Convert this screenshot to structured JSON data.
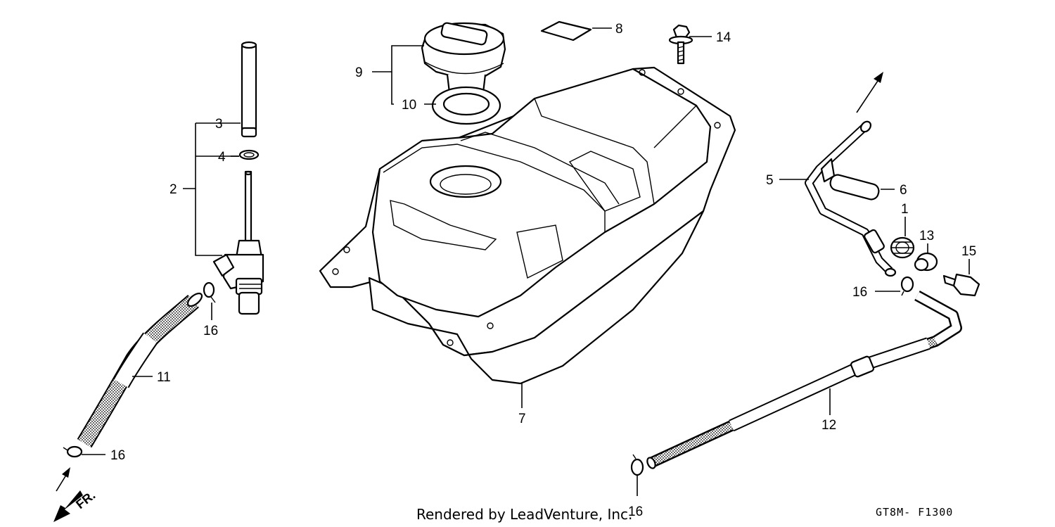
{
  "callouts": {
    "c1": "1",
    "c2": "2",
    "c3": "3",
    "c4": "4",
    "c5": "5",
    "c6": "6",
    "c7": "7",
    "c8": "8",
    "c9": "9",
    "c10": "10",
    "c11": "11",
    "c12": "12",
    "c13": "13",
    "c14": "14",
    "c15": "15",
    "c16a": "16",
    "c16b": "16",
    "c16c": "16",
    "c16d": "16"
  },
  "direction_label": "FR.",
  "credit": "Rendered by LeadVenture, Inc.",
  "diagram_code": "GT8M- F1300"
}
